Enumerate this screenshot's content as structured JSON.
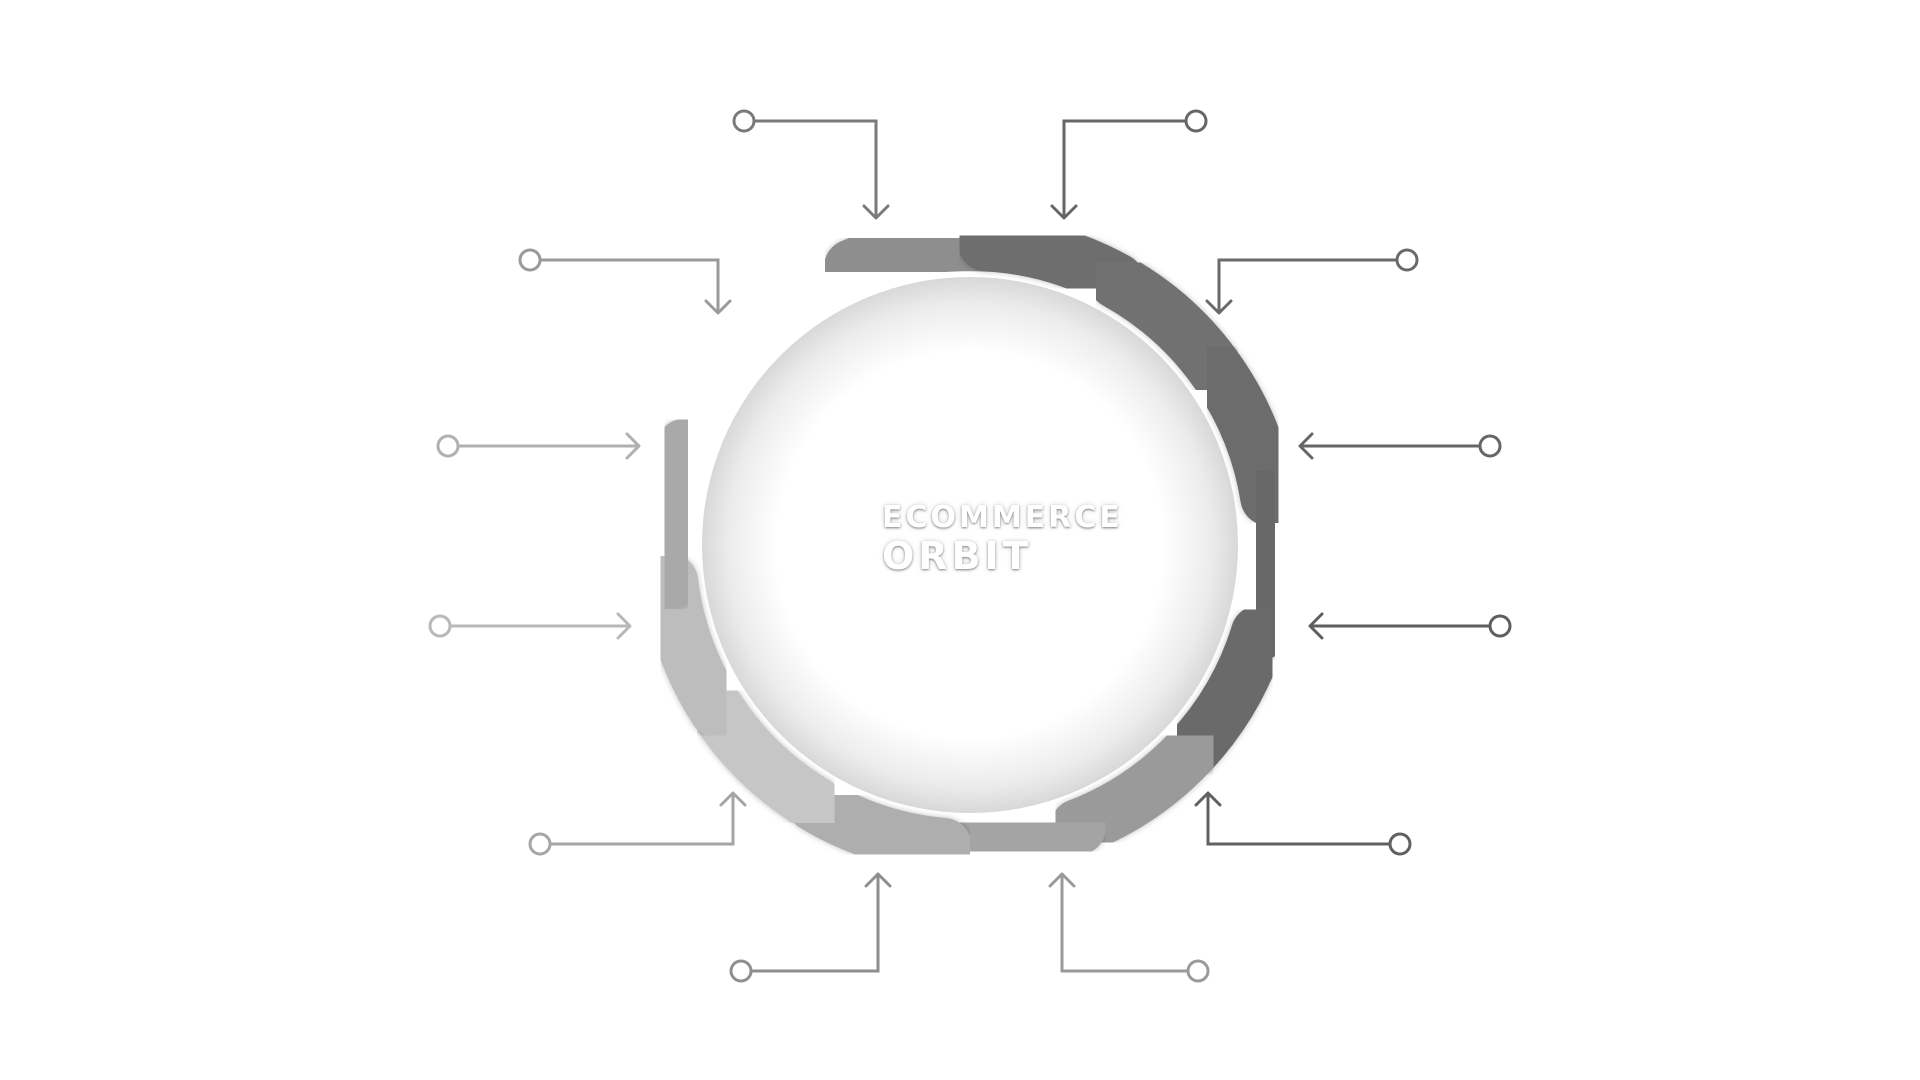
{
  "title": {
    "line1": "ECOMMERCE",
    "line2": "ORBIT"
  },
  "colors": {
    "background": "#ffffff",
    "center_fill": "#ffffff",
    "center_shadow": "#d8d8d8",
    "text": "#ffffff"
  },
  "segments": [
    {
      "id": "segment-1",
      "color": "#8e8e8e"
    },
    {
      "id": "segment-2",
      "color": "#6e6e6e"
    },
    {
      "id": "segment-3",
      "color": "#717171"
    },
    {
      "id": "segment-4",
      "color": "#6c6c6c"
    },
    {
      "id": "segment-5",
      "color": "#676767"
    },
    {
      "id": "segment-6",
      "color": "#6a6a6a"
    },
    {
      "id": "segment-7",
      "color": "#9a9a9a"
    },
    {
      "id": "segment-8",
      "color": "#a4a4a4"
    },
    {
      "id": "segment-9",
      "color": "#aeaeae"
    },
    {
      "id": "segment-10",
      "color": "#c6c6c6"
    },
    {
      "id": "segment-11",
      "color": "#bdbdbd"
    },
    {
      "id": "segment-12",
      "color": "#a9a9a9"
    }
  ],
  "connectors": [
    {
      "id": "connector-top-left",
      "color": "#7a7a7a"
    },
    {
      "id": "connector-top-right",
      "color": "#666666"
    },
    {
      "id": "connector-upper-left",
      "color": "#9a9a9a"
    },
    {
      "id": "connector-upper-right",
      "color": "#6a6a6a"
    },
    {
      "id": "connector-mid-left-1",
      "color": "#b0b0b0"
    },
    {
      "id": "connector-mid-right-1",
      "color": "#666666"
    },
    {
      "id": "connector-mid-left-2",
      "color": "#b8b8b8"
    },
    {
      "id": "connector-mid-right-2",
      "color": "#5e5e5e"
    },
    {
      "id": "connector-lower-left",
      "color": "#a5a5a5"
    },
    {
      "id": "connector-lower-right",
      "color": "#606060"
    },
    {
      "id": "connector-bottom-left",
      "color": "#8e8e8e"
    },
    {
      "id": "connector-bottom-right",
      "color": "#9a9a9a"
    }
  ]
}
